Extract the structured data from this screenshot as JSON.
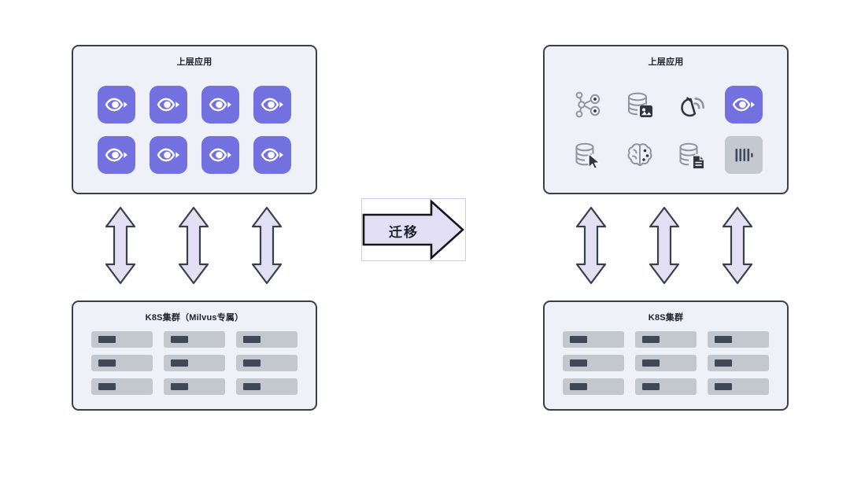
{
  "diagram": {
    "title": "Milvus K8S cluster migration architecture",
    "background": "#ffffff",
    "colors": {
      "panel_fill": "#eef1f8",
      "panel_border": "#3a3f4a",
      "milvus_purple": "#7371e0",
      "arrow_fill": "#e3e0f5",
      "arrow_stroke": "#3a3f4a",
      "rack_fill": "#c3c7ce",
      "rack_led": "#3e4858",
      "selection_border": "#c5cef0",
      "icon_gray": "#8f949d",
      "icon_dark": "#2f3640"
    }
  },
  "left": {
    "app_panel": {
      "title": "上层应用",
      "icons": [
        {
          "name": "milvus-logo-icon",
          "type": "milvus",
          "label": "Milvus"
        },
        {
          "name": "milvus-logo-icon",
          "type": "milvus",
          "label": "Milvus"
        },
        {
          "name": "milvus-logo-icon",
          "type": "milvus",
          "label": "Milvus"
        },
        {
          "name": "milvus-logo-icon",
          "type": "milvus",
          "label": "Milvus"
        },
        {
          "name": "milvus-logo-icon",
          "type": "milvus",
          "label": "Milvus"
        },
        {
          "name": "milvus-logo-icon",
          "type": "milvus",
          "label": "Milvus"
        },
        {
          "name": "milvus-logo-icon",
          "type": "milvus",
          "label": "Milvus"
        },
        {
          "name": "milvus-logo-icon",
          "type": "milvus",
          "label": "Milvus"
        }
      ]
    },
    "connectors": [
      {
        "name": "bidirectional-arrow",
        "direction": "both"
      },
      {
        "name": "bidirectional-arrow",
        "direction": "both"
      },
      {
        "name": "bidirectional-arrow",
        "direction": "both"
      }
    ],
    "cluster_panel": {
      "title": "K8S集群（Milvus专属）",
      "racks": [
        "server-rack-unit",
        "server-rack-unit",
        "server-rack-unit",
        "server-rack-unit",
        "server-rack-unit",
        "server-rack-unit",
        "server-rack-unit",
        "server-rack-unit",
        "server-rack-unit"
      ]
    }
  },
  "center": {
    "migrate_arrow": {
      "label": "迁移",
      "direction": "right"
    }
  },
  "right": {
    "app_panel": {
      "title": "上层应用",
      "icons": [
        {
          "name": "network-graph-icon",
          "type": "plain",
          "label": "Graph / Network"
        },
        {
          "name": "database-image-icon",
          "type": "plain",
          "label": "Image database"
        },
        {
          "name": "radar-signal-icon",
          "type": "plain",
          "label": "Radar / Streaming"
        },
        {
          "name": "milvus-logo-icon",
          "type": "milvus",
          "label": "Milvus"
        },
        {
          "name": "database-cursor-icon",
          "type": "plain",
          "label": "Interactive database"
        },
        {
          "name": "brain-ai-icon",
          "type": "plain",
          "label": "AI / Machine learning"
        },
        {
          "name": "database-document-icon",
          "type": "plain",
          "label": "Document database"
        },
        {
          "name": "barcode-vector-icon",
          "type": "chip",
          "label": "Vector / Barcode data"
        }
      ]
    },
    "connectors": [
      {
        "name": "bidirectional-arrow",
        "direction": "both"
      },
      {
        "name": "bidirectional-arrow",
        "direction": "both"
      },
      {
        "name": "bidirectional-arrow",
        "direction": "both"
      }
    ],
    "cluster_panel": {
      "title": "K8S集群",
      "racks": [
        "server-rack-unit",
        "server-rack-unit",
        "server-rack-unit",
        "server-rack-unit",
        "server-rack-unit",
        "server-rack-unit",
        "server-rack-unit",
        "server-rack-unit",
        "server-rack-unit"
      ]
    }
  }
}
